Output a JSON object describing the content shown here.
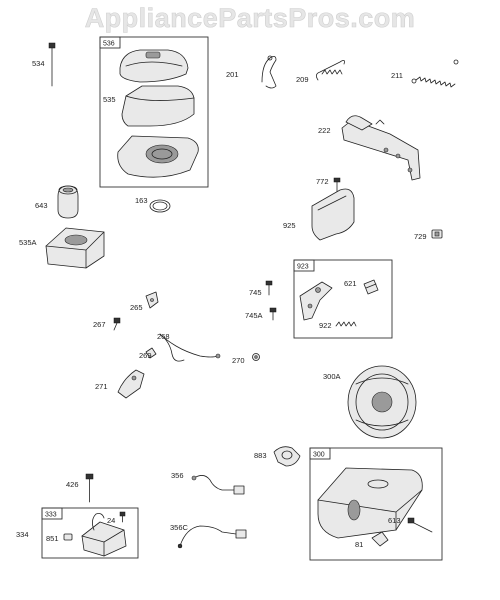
{
  "watermark": "AppliancePartsPros.com",
  "boxes": {
    "b536": "536",
    "b923": "923",
    "b300": "300",
    "b333": "333"
  },
  "labels": {
    "l534": "534",
    "l535": "535",
    "l201": "201",
    "l209": "209",
    "l211": "211",
    "l222": "222",
    "l643": "643",
    "l163": "163",
    "l772": "772",
    "l925": "925",
    "l729": "729",
    "l535A": "535A",
    "l745": "745",
    "l621": "621",
    "l745A": "745A",
    "l922": "922",
    "l265": "265",
    "l267": "267",
    "l268": "268",
    "l269": "269",
    "l270": "270",
    "l271": "271",
    "l300A": "300A",
    "l883": "883",
    "l426": "426",
    "l356": "356",
    "l613": "613",
    "l24": "24",
    "l334": "334",
    "l851": "851",
    "l356C": "356C",
    "l81": "81"
  }
}
